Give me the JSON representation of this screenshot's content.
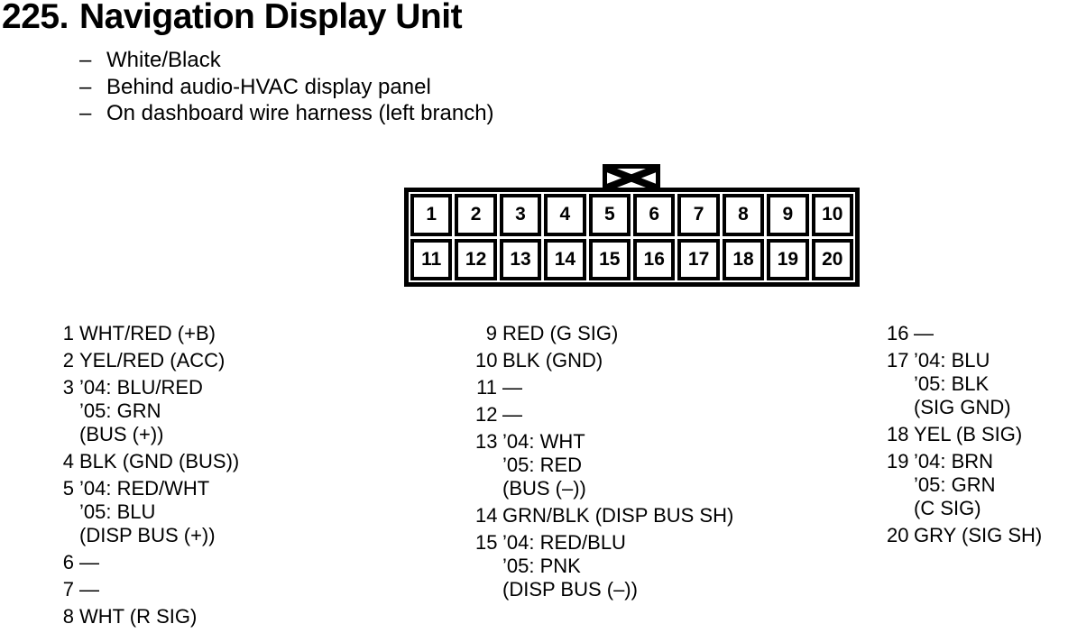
{
  "title": {
    "number": "225.",
    "text": "Navigation Display Unit"
  },
  "notes": {
    "dash": "–",
    "items": [
      "White/Black",
      "Behind audio-HVAC display panel",
      "On dashboard wire harness (left branch)"
    ]
  },
  "connector": {
    "description": "20-pin connector, keyed tab at top center",
    "rows": [
      [
        "1",
        "2",
        "3",
        "4",
        "5",
        "6",
        "7",
        "8",
        "9",
        "10"
      ],
      [
        "11",
        "12",
        "13",
        "14",
        "15",
        "16",
        "17",
        "18",
        "19",
        "20"
      ]
    ]
  },
  "pins": {
    "columns": [
      {
        "items": [
          {
            "n": "1",
            "lines": [
              "WHT/RED (+B)"
            ]
          },
          {
            "n": "2",
            "lines": [
              "YEL/RED (ACC)"
            ]
          },
          {
            "n": "3",
            "lines": [
              "’04: BLU/RED",
              "’05: GRN",
              "(BUS (+))"
            ]
          },
          {
            "n": "4",
            "lines": [
              "BLK (GND (BUS))"
            ]
          },
          {
            "n": "5",
            "lines": [
              "’04: RED/WHT",
              "’05: BLU",
              "(DISP BUS (+))"
            ]
          },
          {
            "n": "6",
            "lines": [
              "—"
            ]
          },
          {
            "n": "7",
            "lines": [
              "—"
            ]
          },
          {
            "n": "8",
            "lines": [
              "WHT (R SIG)"
            ]
          }
        ]
      },
      {
        "items": [
          {
            "n": "9",
            "lines": [
              "RED (G SIG)"
            ]
          },
          {
            "n": "10",
            "lines": [
              "BLK (GND)"
            ]
          },
          {
            "n": "11",
            "lines": [
              "—"
            ]
          },
          {
            "n": "12",
            "lines": [
              "—"
            ]
          },
          {
            "n": "13",
            "lines": [
              "’04: WHT",
              "’05: RED",
              "(BUS (–))"
            ]
          },
          {
            "n": "14",
            "lines": [
              "GRN/BLK (DISP BUS SH)"
            ]
          },
          {
            "n": "15",
            "lines": [
              "’04: RED/BLU",
              "’05: PNK",
              "(DISP BUS (–))"
            ]
          }
        ]
      },
      {
        "items": [
          {
            "n": "16",
            "lines": [
              "—"
            ]
          },
          {
            "n": "17",
            "lines": [
              "’04: BLU",
              "’05: BLK",
              "(SIG GND)"
            ]
          },
          {
            "n": "18",
            "lines": [
              "YEL (B SIG)"
            ]
          },
          {
            "n": "19",
            "lines": [
              "’04: BRN",
              "’05: GRN",
              "(C SIG)"
            ]
          },
          {
            "n": "20",
            "lines": [
              "GRY (SIG SH)"
            ]
          }
        ]
      }
    ]
  },
  "colors": {
    "ink": "#000000",
    "paper": "#ffffff"
  }
}
